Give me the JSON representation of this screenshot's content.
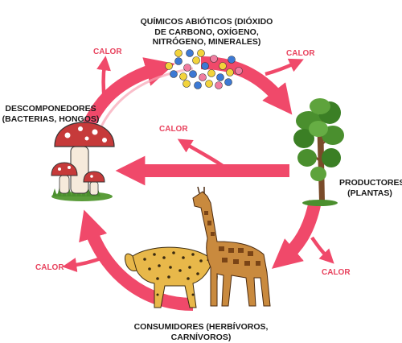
{
  "labels": {
    "abiotic": [
      "QUÍMICOS ABIÓTICOS (DIÓXIDO",
      "DE CARBONO, OXÍGENO,",
      "NITRÓGENO, MINERALES)"
    ],
    "decomposers": [
      "DESCOMPONEDORES",
      "(BACTERIAS, HONGOS)"
    ],
    "producers": [
      "PRODUCTORES",
      "(PLANTAS)"
    ],
    "consumers": [
      "CONSUMIDORES (HERBÍVOROS,",
      "CARNÍVOROS)"
    ]
  },
  "heat": {
    "top_left": "CALOR",
    "top_right": "CALOR",
    "middle": "CALOR",
    "bottom_left": "CALOR",
    "bottom_right": "CALOR"
  },
  "colors": {
    "cycle_arrow": "#f0496a",
    "cycle_inner": "#f8a3b3",
    "heat_text": "#e8435e",
    "molecule_blue": "#3c79d4",
    "molecule_yellow": "#f2d33b",
    "molecule_pink": "#f07ca0"
  }
}
